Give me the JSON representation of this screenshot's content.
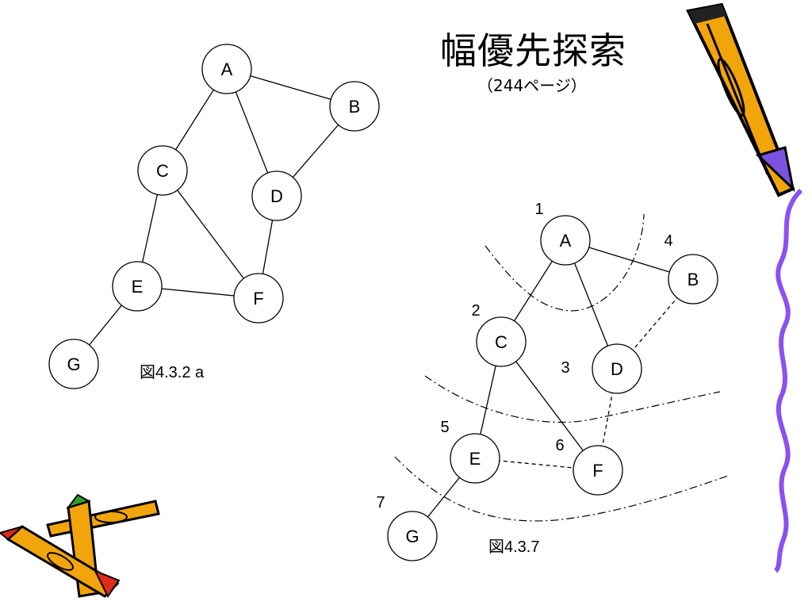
{
  "title": "幅優先探索",
  "subtitle": "（244ページ）",
  "figure_a": {
    "caption": "図4.3.2 a",
    "nodes": [
      {
        "id": "A",
        "label": "A"
      },
      {
        "id": "B",
        "label": "B"
      },
      {
        "id": "C",
        "label": "C"
      },
      {
        "id": "D",
        "label": "D"
      },
      {
        "id": "E",
        "label": "E"
      },
      {
        "id": "F",
        "label": "F"
      },
      {
        "id": "G",
        "label": "G"
      }
    ],
    "edges": [
      {
        "from": "A",
        "to": "B"
      },
      {
        "from": "A",
        "to": "C"
      },
      {
        "from": "A",
        "to": "D"
      },
      {
        "from": "B",
        "to": "D"
      },
      {
        "from": "C",
        "to": "E"
      },
      {
        "from": "C",
        "to": "F"
      },
      {
        "from": "D",
        "to": "F"
      },
      {
        "from": "E",
        "to": "F"
      },
      {
        "from": "E",
        "to": "G"
      }
    ]
  },
  "figure_b": {
    "caption": "図4.3.7",
    "nodes": [
      {
        "id": "A",
        "label": "A",
        "order": "1"
      },
      {
        "id": "B",
        "label": "B",
        "order": "4"
      },
      {
        "id": "C",
        "label": "C",
        "order": "2"
      },
      {
        "id": "D",
        "label": "D",
        "order": "3"
      },
      {
        "id": "E",
        "label": "E",
        "order": "5"
      },
      {
        "id": "F",
        "label": "F",
        "order": "6"
      },
      {
        "id": "G",
        "label": "G",
        "order": "7"
      }
    ],
    "tree_edges": [
      {
        "from": "A",
        "to": "C"
      },
      {
        "from": "A",
        "to": "D"
      },
      {
        "from": "A",
        "to": "B"
      },
      {
        "from": "C",
        "to": "E"
      },
      {
        "from": "C",
        "to": "F"
      },
      {
        "from": "E",
        "to": "G"
      }
    ],
    "non_tree_edges": [
      {
        "from": "B",
        "to": "D"
      },
      {
        "from": "D",
        "to": "F"
      },
      {
        "from": "E",
        "to": "F"
      }
    ],
    "level_boundaries": 3
  },
  "decorations": [
    "pencil-icon",
    "crayons-icon",
    "wavy-border-line"
  ],
  "colors": {
    "pencil_body": "#f2a50a",
    "pencil_tip": "#7b52e0",
    "border_line": "#8a52f0",
    "crayon_red": "#e02a1a",
    "crayon_green": "#2aa02a"
  }
}
